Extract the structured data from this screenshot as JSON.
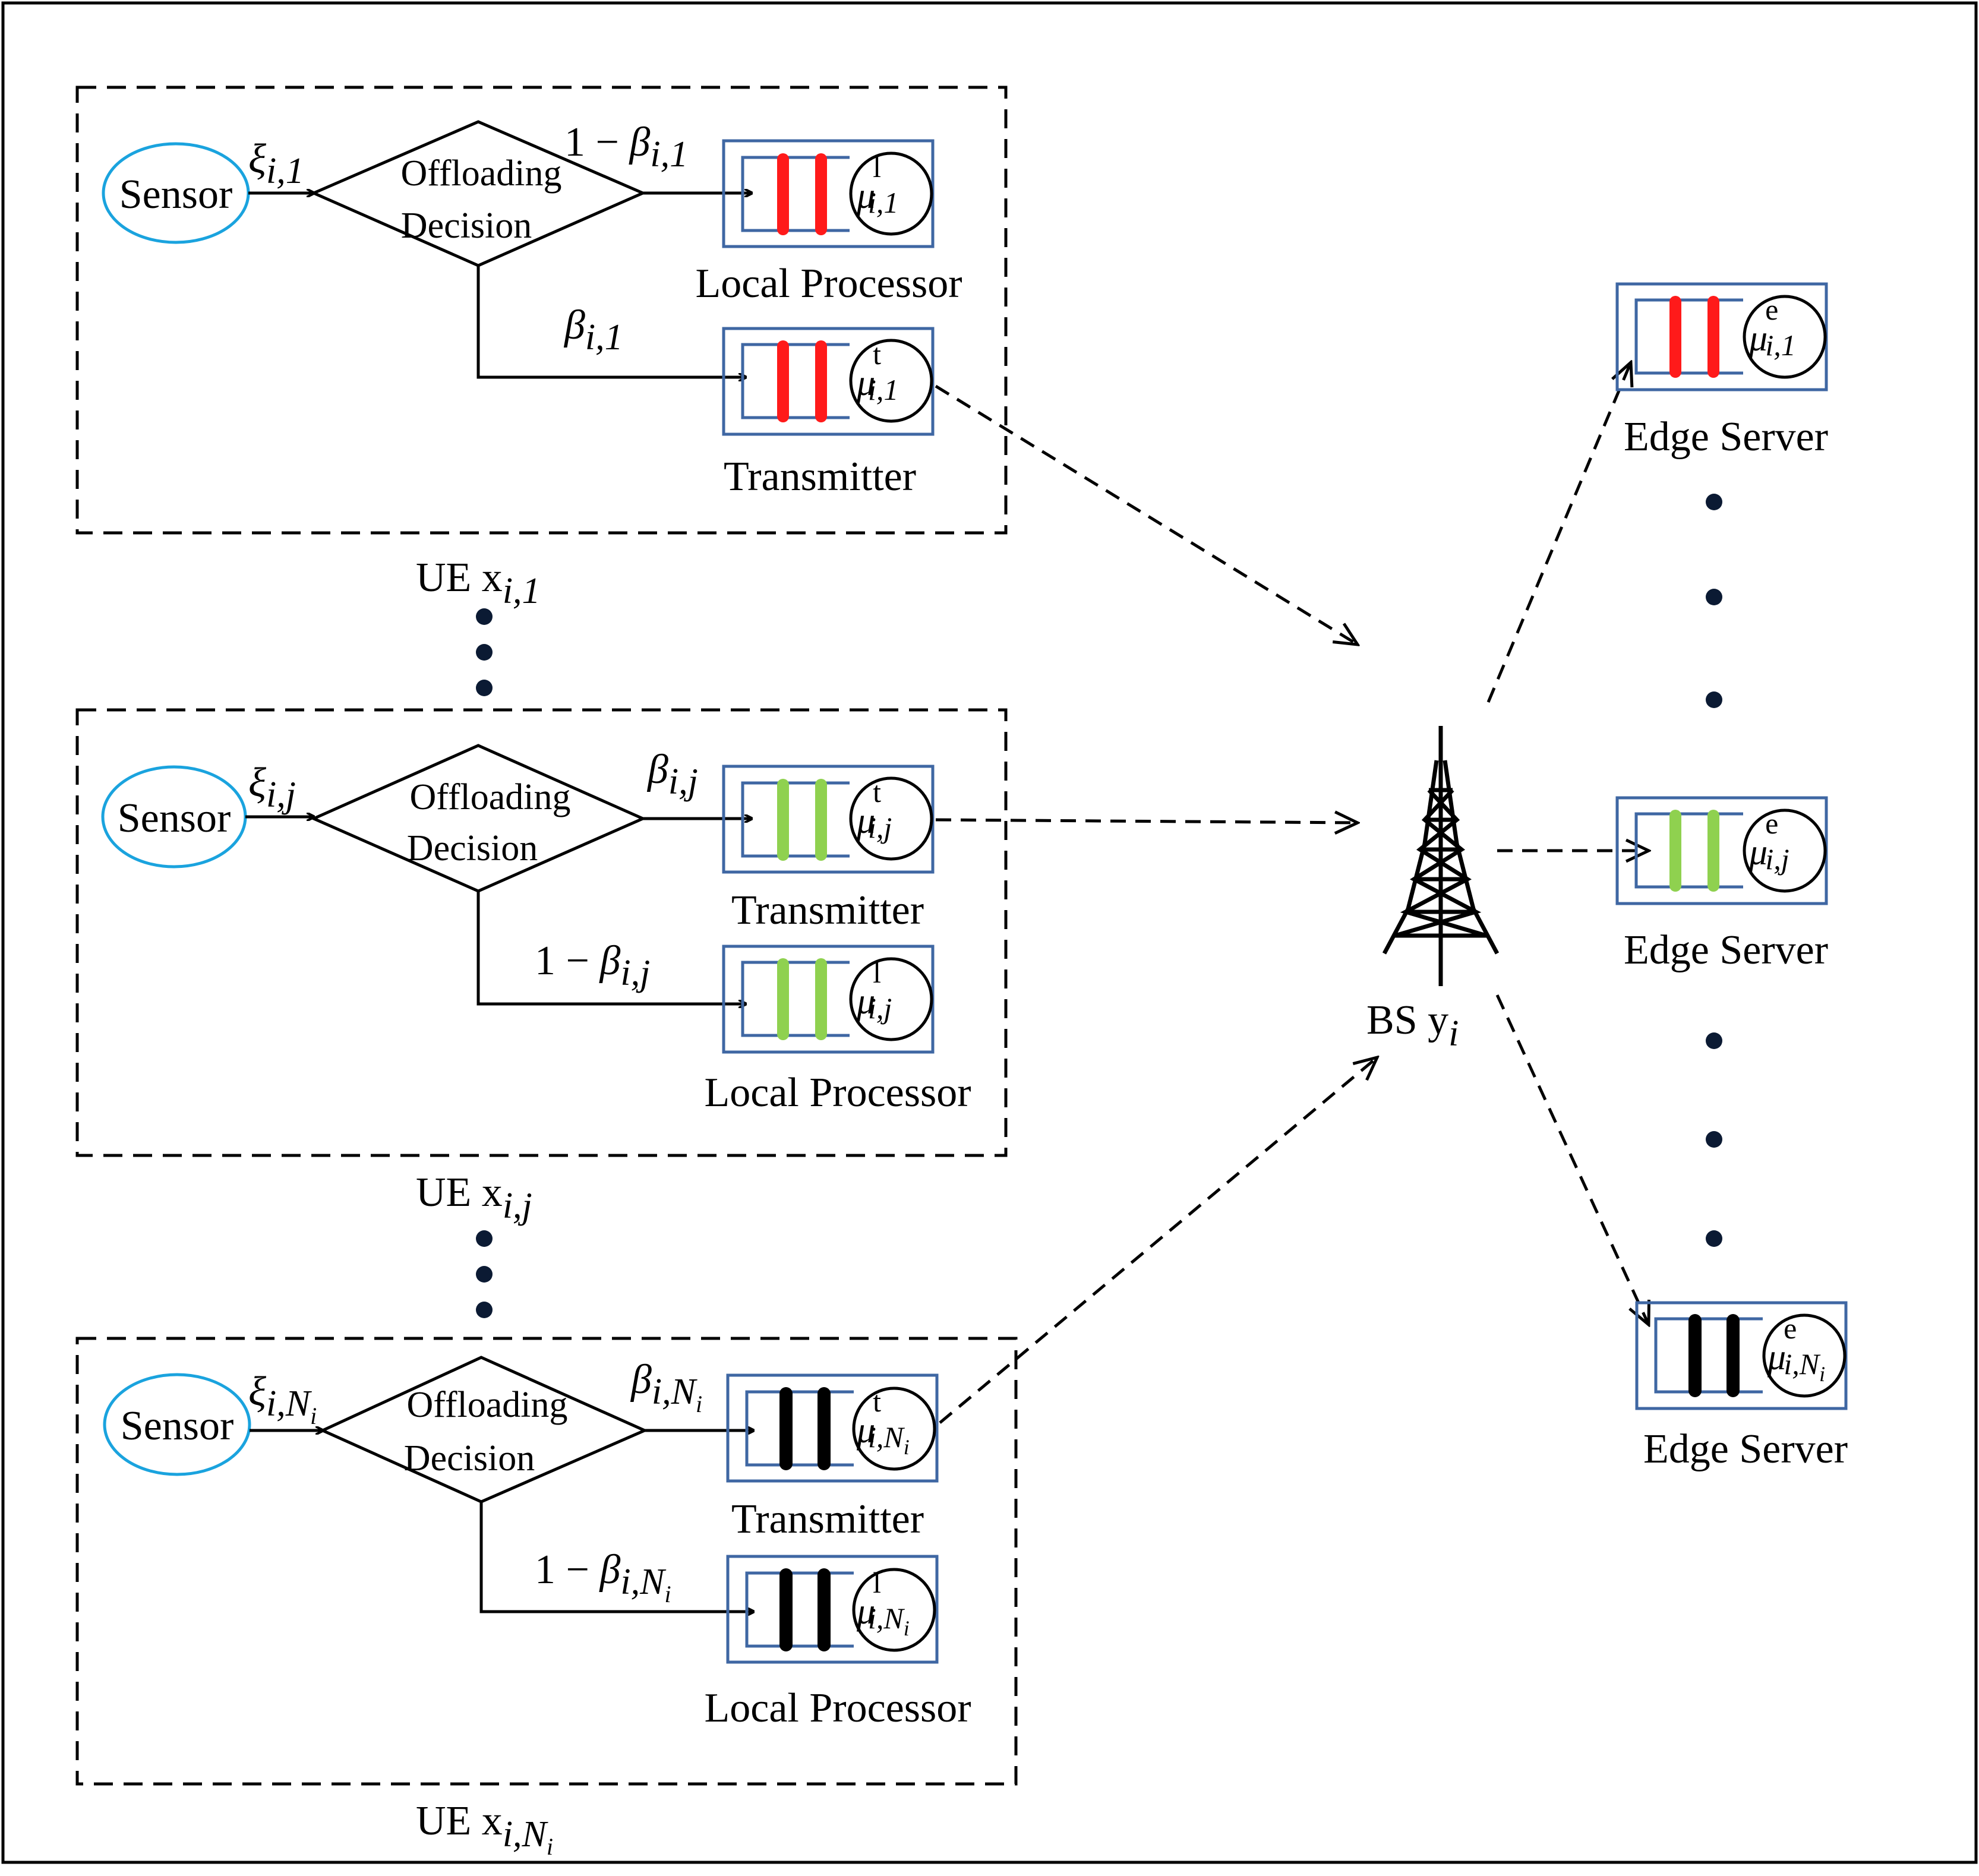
{
  "colors": {
    "sensor_ellipse": "#1aa3de",
    "queue_box": "#3f67a3",
    "queue_red": "#ff1a1a",
    "queue_green": "#8fd14f",
    "queue_black": "#000000",
    "dashed": "#000000"
  },
  "ue_blocks": [
    {
      "sensor": "Sensor",
      "decision_line1": "Offloading",
      "decision_line2": "Decision",
      "arrival": {
        "sym": "ξ",
        "sub": "i,1"
      },
      "top_branch": {
        "prefix": "1 − ",
        "sym": "β",
        "sub": "i,1"
      },
      "bottom_branch": {
        "prefix": "",
        "sym": "β",
        "sub": "i,1"
      },
      "top_unit": {
        "label": "Local Processor",
        "rate_sym": "μ",
        "rate_sup": "l",
        "rate_sub": "i,1"
      },
      "bottom_unit": {
        "label": "Transmitter",
        "rate_sym": "μ",
        "rate_sup": "t",
        "rate_sub": "i,1"
      },
      "ue_label": {
        "text": "UE x",
        "sub": "i,1"
      }
    },
    {
      "sensor": "Sensor",
      "decision_line1": "Offloading",
      "decision_line2": "Decision",
      "arrival": {
        "sym": "ξ",
        "sub": "i,j"
      },
      "top_branch": {
        "prefix": "",
        "sym": "β",
        "sub": "i,j"
      },
      "bottom_branch": {
        "prefix": "1 − ",
        "sym": "β",
        "sub": "i,j"
      },
      "top_unit": {
        "label": "Transmitter",
        "rate_sym": "μ",
        "rate_sup": "t",
        "rate_sub": "i,j"
      },
      "bottom_unit": {
        "label": "Local Processor",
        "rate_sym": "μ",
        "rate_sup": "l",
        "rate_sub": "i,j"
      },
      "ue_label": {
        "text": "UE x",
        "sub": "i,j"
      }
    },
    {
      "sensor": "Sensor",
      "decision_line1": "Offloading",
      "decision_line2": "Decision",
      "arrival": {
        "sym": "ξ",
        "sub": "i,N",
        "subsub": "i"
      },
      "top_branch": {
        "prefix": "",
        "sym": "β",
        "sub": "i,N",
        "subsub": "i"
      },
      "bottom_branch": {
        "prefix": "1 − ",
        "sym": "β",
        "sub": "i,N",
        "subsub": "i"
      },
      "top_unit": {
        "label": "Transmitter",
        "rate_sym": "μ",
        "rate_sup": "t",
        "rate_sub": "i,N",
        "rate_subsub": "i"
      },
      "bottom_unit": {
        "label": "Local Processor",
        "rate_sym": "μ",
        "rate_sup": "l",
        "rate_sub": "i,N",
        "rate_subsub": "i"
      },
      "ue_label": {
        "text": "UE x",
        "sub": "i,N",
        "subsub": "i"
      }
    }
  ],
  "base_station": {
    "text": "BS y",
    "sub": "i"
  },
  "edge_servers": [
    {
      "label": "Edge Server",
      "rate_sym": "μ",
      "rate_sup": "e",
      "rate_sub": "i,1"
    },
    {
      "label": "Edge Server",
      "rate_sym": "μ",
      "rate_sup": "e",
      "rate_sub": "i,j"
    },
    {
      "label": "Edge Server",
      "rate_sym": "μ",
      "rate_sup": "e",
      "rate_sub": "i,N",
      "rate_subsub": "i"
    }
  ]
}
